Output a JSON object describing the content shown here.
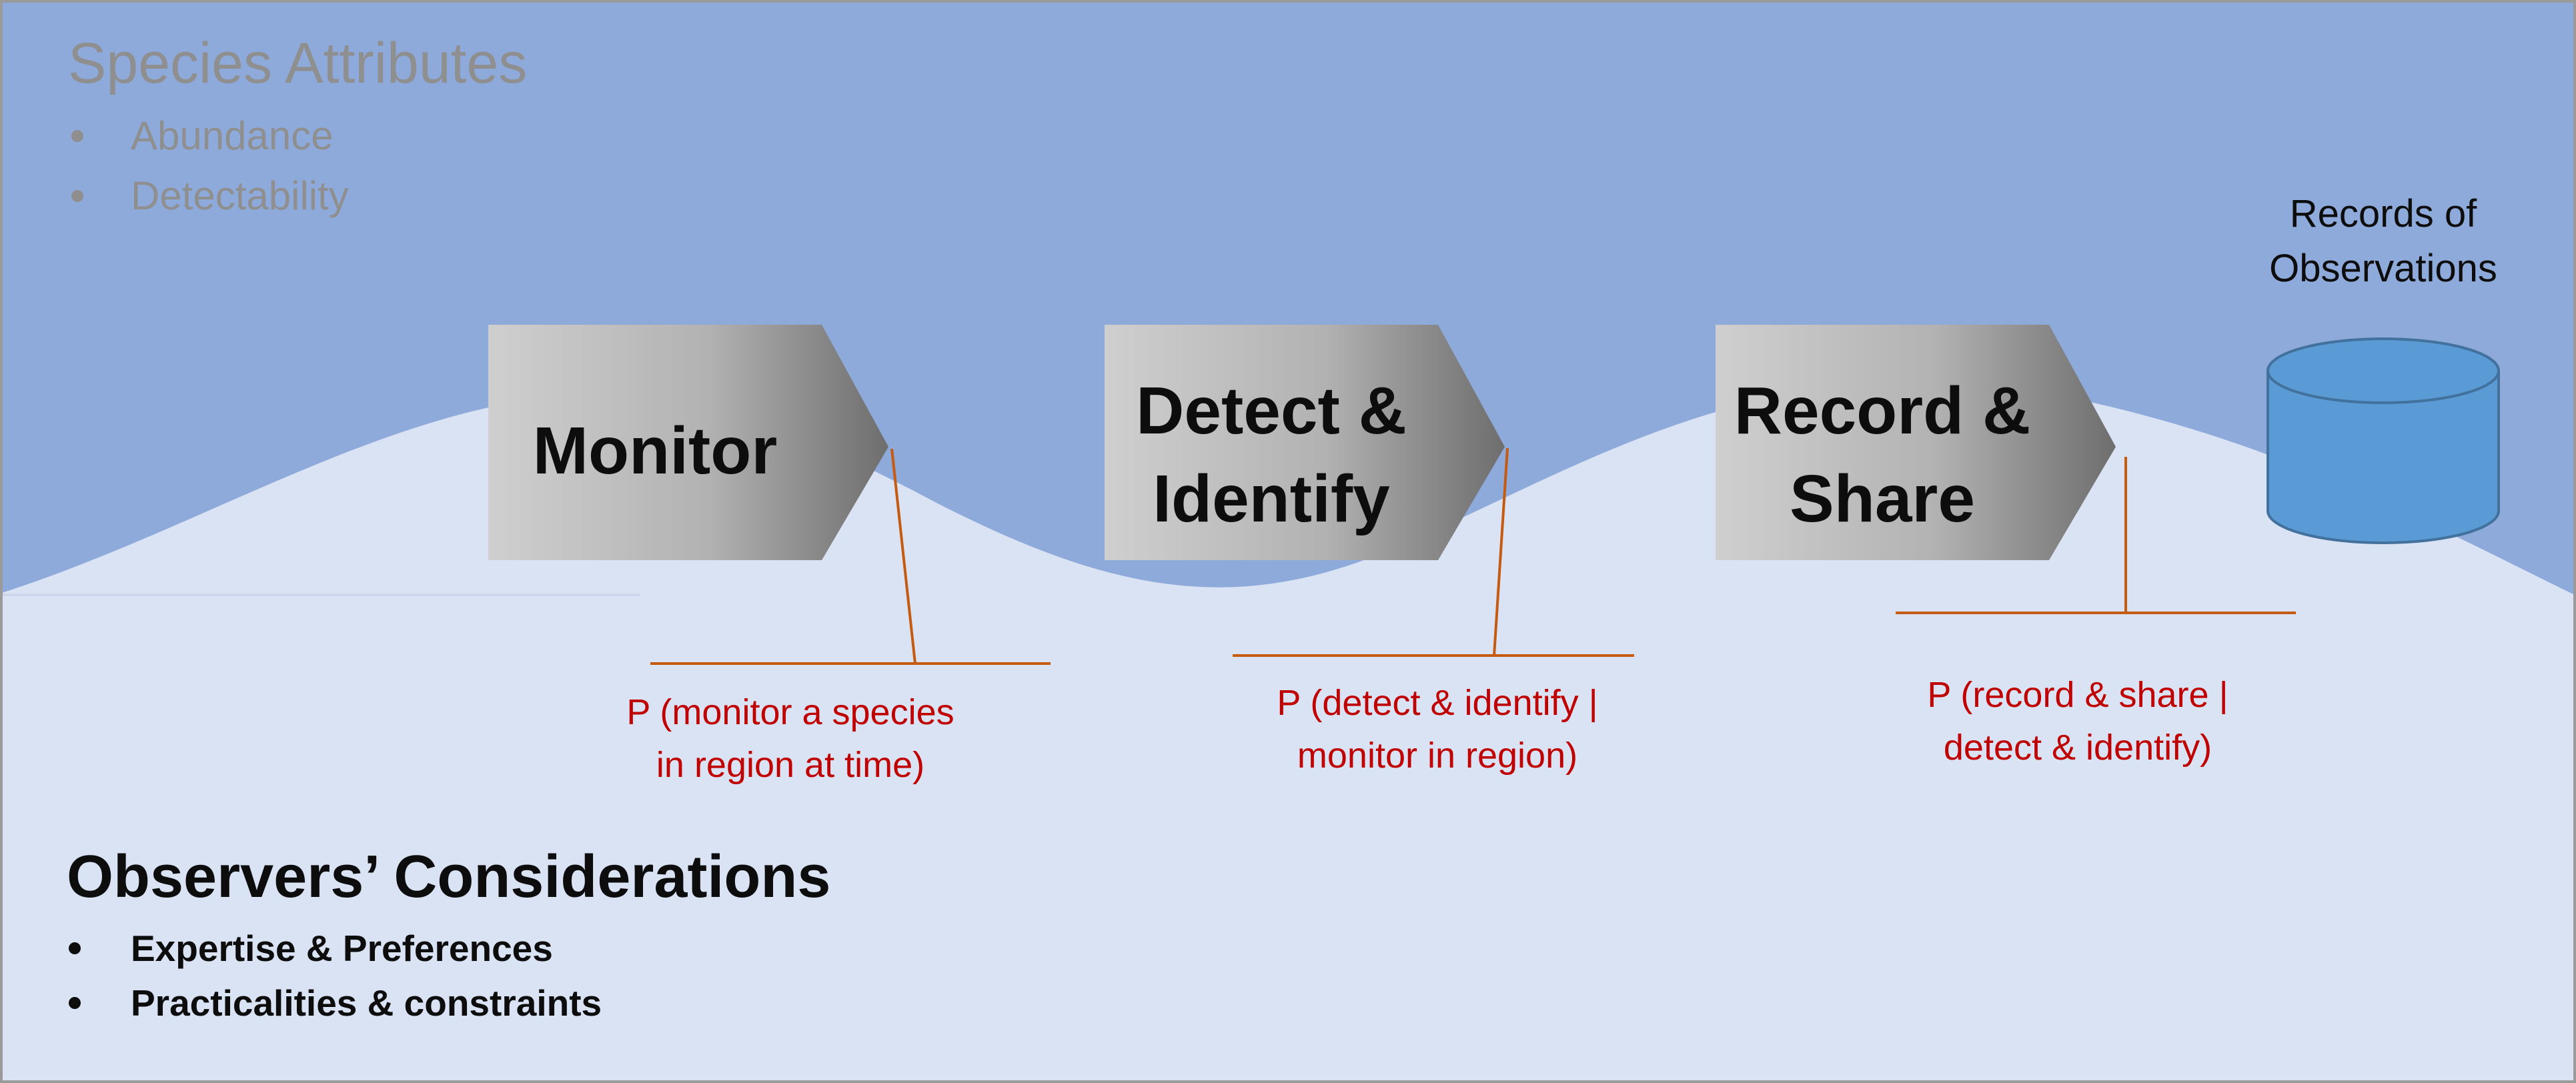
{
  "species": {
    "title": "Species Attributes",
    "bullets": [
      "Abundance",
      "Detectability"
    ]
  },
  "observers": {
    "title": "Observers’ Considerations",
    "bullets": [
      "Expertise & Preferences",
      "Practicalities & constraints"
    ]
  },
  "steps": [
    {
      "line1": "Monitor",
      "line2": ""
    },
    {
      "line1": "Detect &",
      "line2": "Identify"
    },
    {
      "line1": "Record &",
      "line2": "Share"
    }
  ],
  "probabilities": [
    {
      "line1": "P (monitor a species",
      "line2": "in region at time)"
    },
    {
      "line1": "P (detect & identify |",
      "line2": "monitor in region)"
    },
    {
      "line1": "P (record & share |",
      "line2": "detect & identify)"
    }
  ],
  "records": {
    "line1": "Records of",
    "line2": "Observations"
  },
  "colors": {
    "sky": "#8eaadb",
    "ground": "#dae3f3",
    "probability_text": "#c00000",
    "leader_line": "#c55a11",
    "cylinder": "#5b9bd5",
    "species_text": "#8f8f8f",
    "step_text": "#0d0d0d"
  }
}
